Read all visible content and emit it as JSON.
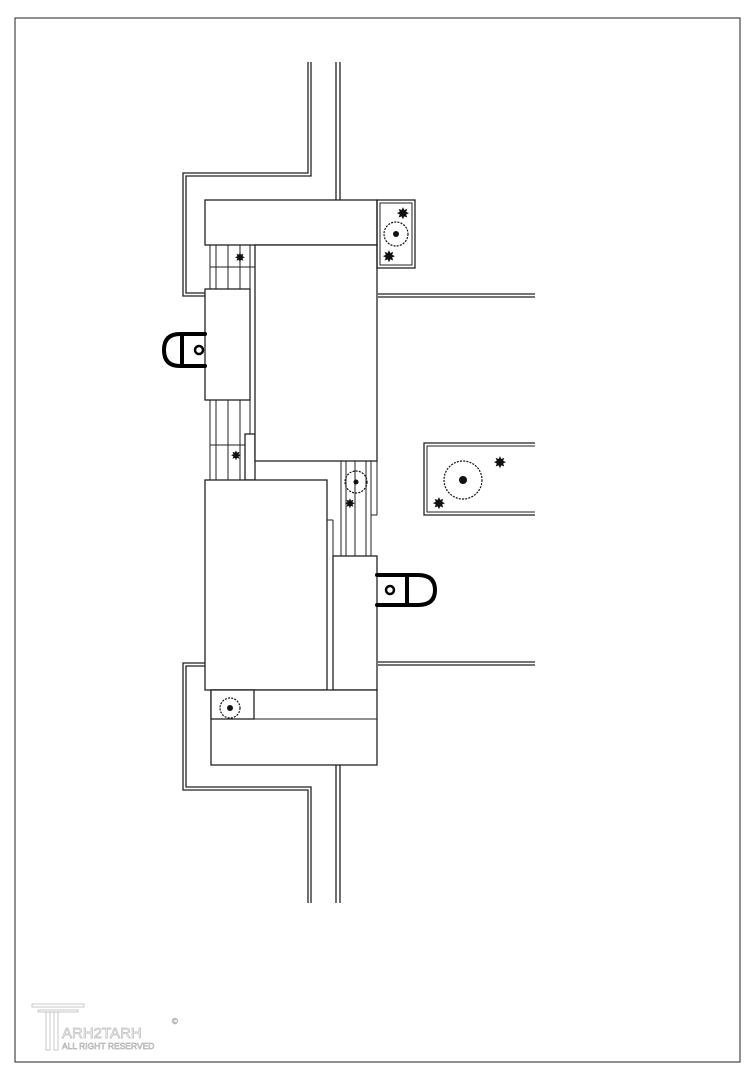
{
  "drawing": {
    "type": "site plan",
    "stroke_color": "#222222",
    "background": "#ffffff"
  },
  "watermark": {
    "brand": "ARH2TARH",
    "tagline": "ALL RIGHT RESERVED",
    "mark": "©"
  }
}
